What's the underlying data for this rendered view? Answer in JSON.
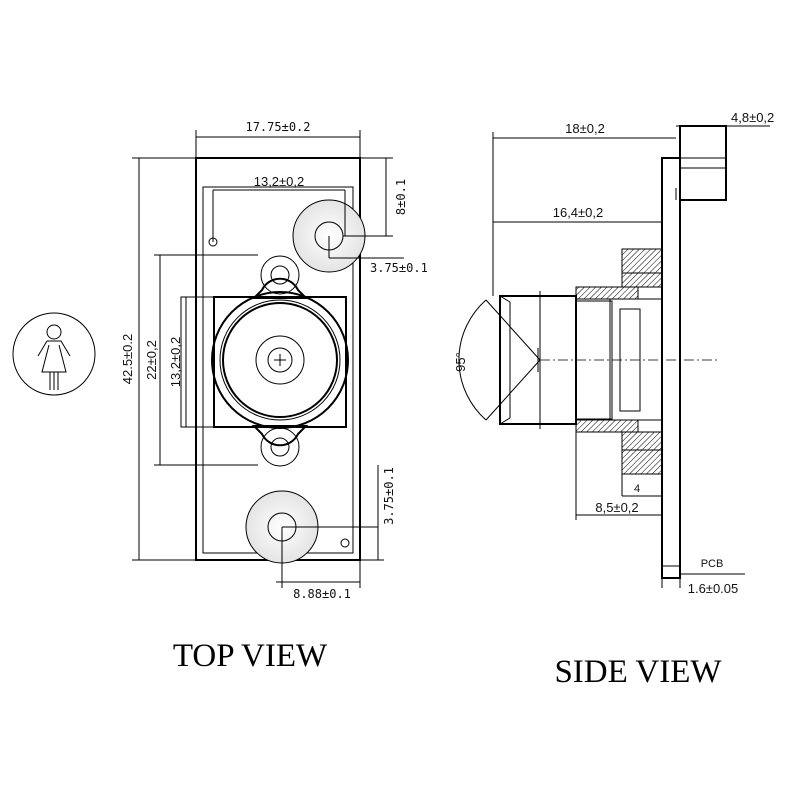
{
  "top_view": {
    "title": "TOP VIEW",
    "dims": {
      "board_width": "17.75±0.2",
      "hole_spacing": "13,2±0,2",
      "hole_offset_y": "8±0.1",
      "hole_radius_top": "3.75±0.1",
      "board_length": "42.5±0.2",
      "holder_height": "22±0,2",
      "lens_square": "13,2±0,2",
      "hole_radius_bottom": "3.75±0.1",
      "hole_offset_x": "8.88±0.1"
    }
  },
  "side_view": {
    "title": "SIDE VIEW",
    "dims": {
      "overall_height": "18±0,2",
      "connector_height": "4,8±0,2",
      "lens_height": "16,4±0,2",
      "fov_angle": "95°",
      "thread_step": "4",
      "holder_base": "8,5±0,2",
      "pcb_label": "PCB",
      "pcb_thickness": "1.6±0.05"
    }
  }
}
